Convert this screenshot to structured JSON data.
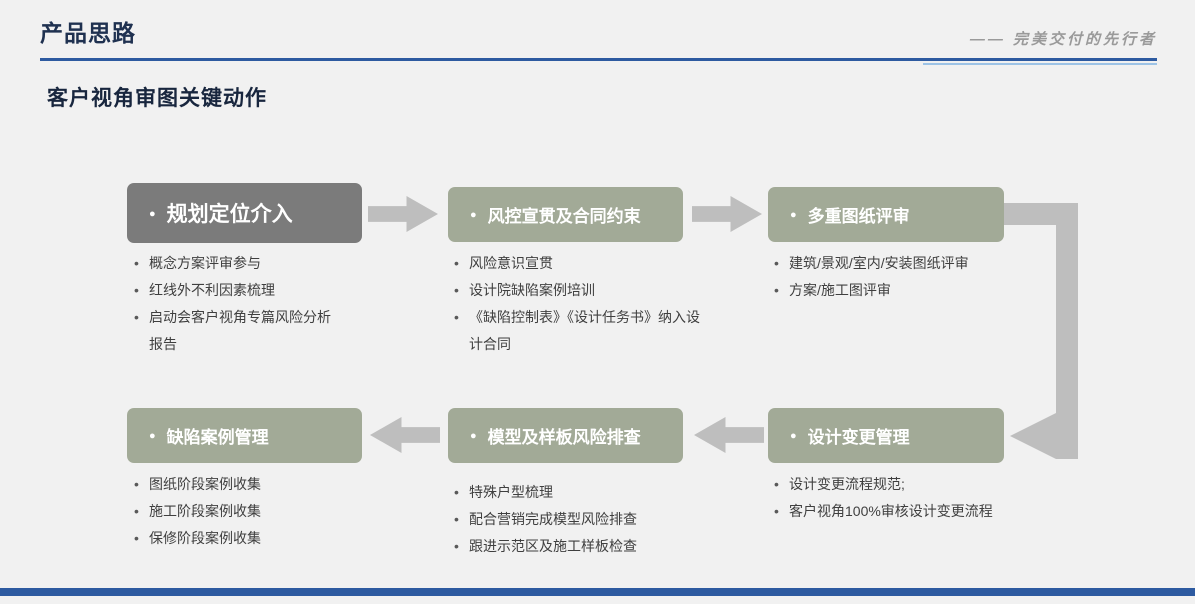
{
  "header": {
    "title": "产品思路",
    "tagline": "—— 完美交付的先行者"
  },
  "subtitle": "客户视角审图关键动作",
  "icons": {
    "bullet_dot": "●"
  },
  "colors": {
    "title_navy": "#1f3150",
    "subtitle_navy": "#18263e",
    "header_line_blue": "#2d5aa0",
    "header_line_light_blue": "#9dc3e6",
    "dark_box_gray": "#7b7b7b",
    "sage_box_green": "#a2aa97",
    "arrow_gray": "#bebebe",
    "body_text": "#3f3f3f",
    "bottom_bar_blue": "#2d5aa0",
    "background": "#f1f1f1"
  },
  "flow": {
    "row1": [
      {
        "title": "规划定位介入",
        "emphasis": true,
        "bullets": [
          "概念方案评审参与",
          "红线外不利因素梳理",
          "启动会客户视角专篇风险分析报告"
        ]
      },
      {
        "title": "风控宣贯及合同约束",
        "emphasis": false,
        "bullets": [
          "风险意识宣贯",
          "设计院缺陷案例培训",
          "《缺陷控制表》《设计任务书》纳入设计合同"
        ]
      },
      {
        "title": "多重图纸评审",
        "emphasis": false,
        "bullets": [
          "建筑/景观/室内/安装图纸评审",
          "方案/施工图评审"
        ]
      }
    ],
    "row2": [
      {
        "title": "缺陷案例管理",
        "emphasis": false,
        "bullets": [
          "图纸阶段案例收集",
          "施工阶段案例收集",
          "保修阶段案例收集"
        ]
      },
      {
        "title": "模型及样板风险排查",
        "emphasis": false,
        "bullets": [
          "特殊户型梳理",
          "配合营销完成模型风险排查",
          "跟进示范区及施工样板检查"
        ]
      },
      {
        "title": "设计变更管理",
        "emphasis": false,
        "bullets": [
          "设计变更流程规范;",
          "客户视角100%审核设计变更流程"
        ]
      }
    ]
  }
}
